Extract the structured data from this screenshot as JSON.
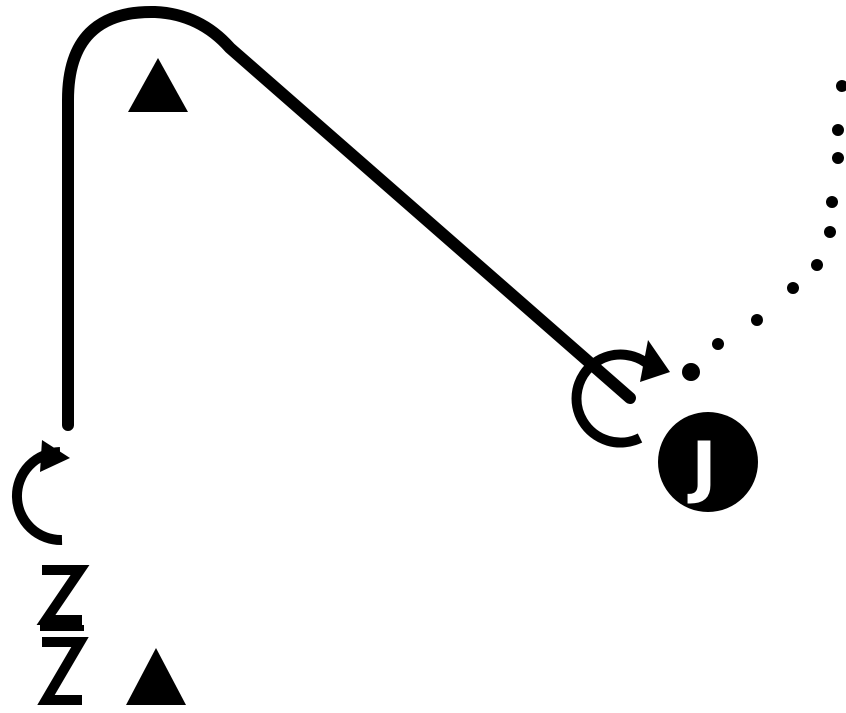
{
  "diagram": {
    "colors": {
      "background": "#ffffff",
      "ink": "#000000",
      "label_text": "#ffffff"
    },
    "markers": {
      "rotation_arrow_icon": "clockwise-rotation-arrow",
      "triangle_icon": "solid-triangle",
      "zigzag_icon": "stacked-z-symbol"
    },
    "circle_label": {
      "text": "J"
    },
    "line_styles": {
      "main_path": "solid",
      "extension_path": "dotted"
    }
  }
}
